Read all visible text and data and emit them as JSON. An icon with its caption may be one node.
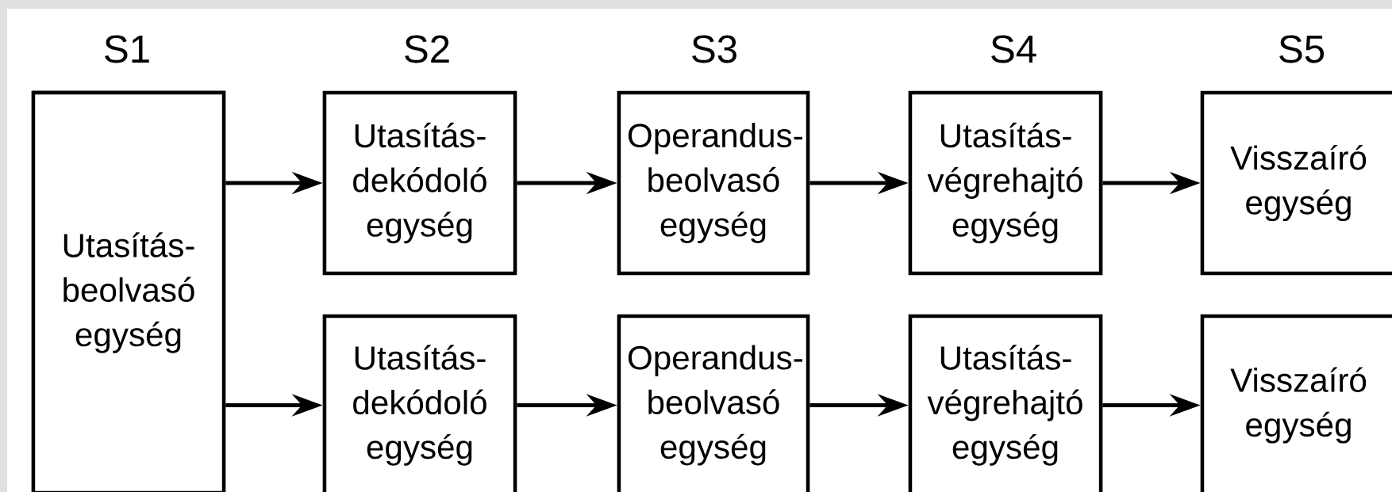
{
  "diagram": {
    "nodes": [
      {
        "text": [
          "Utasítás- beolvasó egység"
        ]
      },
      {
        "text": [
          "Utasítás- dekódoló egység"
        ]
      },
      {
        "text": [
          "Operandus- beolvasó egység"
        ]
      },
      {
        "text": [
          "Utasítás- végrehajtó egység"
        ]
      },
      {
        "text": [
          "Visszaíró egység"
        ]
      },
      {
        "text": [
          "Utasítás- dekódoló egység"
        ]
      },
      {
        "text": [
          "Operandus- beolvasó egység"
        ]
      },
      {
        "text": [
          "Utasítás- végrehajtó egység"
        ]
      },
      {
        "text": [
          "Visszaíró egység"
        ]
      }
    ],
    "edges": [
      {
        "from": 0,
        "to": 1,
        "arrow": "to"
      },
      {
        "from": 1,
        "to": 2,
        "arrow": "to"
      },
      {
        "from": 2,
        "to": 3,
        "arrow": "to"
      },
      {
        "from": 3,
        "to": 4,
        "arrow": "to"
      },
      {
        "from": 0,
        "to": 5,
        "arrow": "to"
      },
      {
        "from": 5,
        "to": 6,
        "arrow": "to"
      },
      {
        "from": 6,
        "to": 7,
        "arrow": "to"
      },
      {
        "from": 7,
        "to": 8,
        "arrow": "to"
      }
    ],
    "labels": [
      "S1",
      "S2",
      "S3",
      "S4",
      "S5"
    ]
  }
}
